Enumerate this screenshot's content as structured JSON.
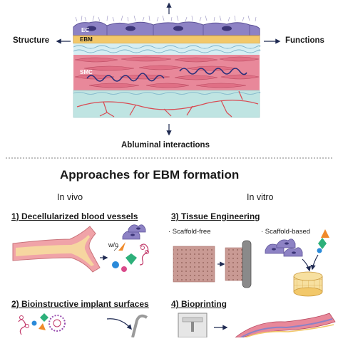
{
  "top": {
    "layers": {
      "ec": "EC",
      "ebm": "EBM",
      "smc": "SMC"
    },
    "arrows": {
      "left": "Structure",
      "right": "Functions",
      "bottom": "Abluminal interactions"
    }
  },
  "bottom": {
    "title": "Approaches for EBM formation",
    "col_left": "In vivo",
    "col_right": "In vitro",
    "panel1": {
      "title": "1) Decellularized blood vessels",
      "wo": "w/o"
    },
    "panel2": {
      "title": "2) Bioinstructive implant surfaces"
    },
    "panel3": {
      "title": "3) Tissue Engineering",
      "free": "· Scaffold-free",
      "based": "· Scaffold-based"
    },
    "panel4": {
      "title": "4) Bioprinting"
    }
  },
  "colors": {
    "ec": "#8d82c4",
    "ebm": "#f2c86a",
    "smc": "#e8889a",
    "adventitia": "#bfe4e2",
    "vessel_red": "#d94a52",
    "fiber": "#2a2f7a",
    "arrow": "#1f2a52"
  }
}
